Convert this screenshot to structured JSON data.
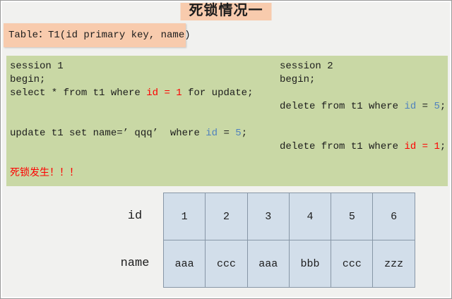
{
  "page": {
    "title": "死锁情况一",
    "table_label": "Table：T1(id primary key, name)"
  },
  "colors": {
    "background": "#f1f1ef",
    "accent_orange": "#f8cbad",
    "accent_green": "#c9d8a5",
    "cell_blue": "#d2deea",
    "cell_border": "#8796a6",
    "code_text": "#1c1c1c",
    "highlight_red": "#fe0000",
    "highlight_blue": "#4f81bd"
  },
  "sessions": {
    "session1": {
      "lines": [
        [
          [
            "session 1",
            "code"
          ]
        ],
        [
          [
            "begin;",
            "code"
          ]
        ],
        [
          [
            "select * from t1 where ",
            "code"
          ],
          [
            "id = 1",
            "red"
          ],
          [
            " for update;",
            "code"
          ]
        ],
        [],
        [],
        [
          [
            "update t1 set name=’ qqq’  where ",
            "code"
          ],
          [
            "id",
            "blue"
          ],
          [
            " = ",
            "code"
          ],
          [
            "5",
            "blue"
          ],
          [
            ";",
            "code"
          ]
        ],
        [],
        [],
        [
          [
            "死锁发生！！！",
            "red"
          ]
        ]
      ]
    },
    "session2": {
      "lines": [
        [
          [
            "session 2",
            "code"
          ]
        ],
        [
          [
            "begin;",
            "code"
          ]
        ],
        [],
        [
          [
            "delete from t1 where ",
            "code"
          ],
          [
            "id",
            "blue"
          ],
          [
            " = ",
            "code"
          ],
          [
            "5",
            "blue"
          ],
          [
            ";",
            "code"
          ]
        ],
        [],
        [],
        [
          [
            "delete from t1 where ",
            "code"
          ],
          [
            "id = 1",
            "red"
          ],
          [
            ";",
            "code"
          ]
        ]
      ]
    }
  },
  "table": {
    "rows": [
      {
        "label": "id",
        "cells": [
          "1",
          "2",
          "3",
          "4",
          "5",
          "6"
        ]
      },
      {
        "label": "name",
        "cells": [
          "aaa",
          "ccc",
          "aaa",
          "bbb",
          "ccc",
          "zzz"
        ]
      }
    ]
  }
}
